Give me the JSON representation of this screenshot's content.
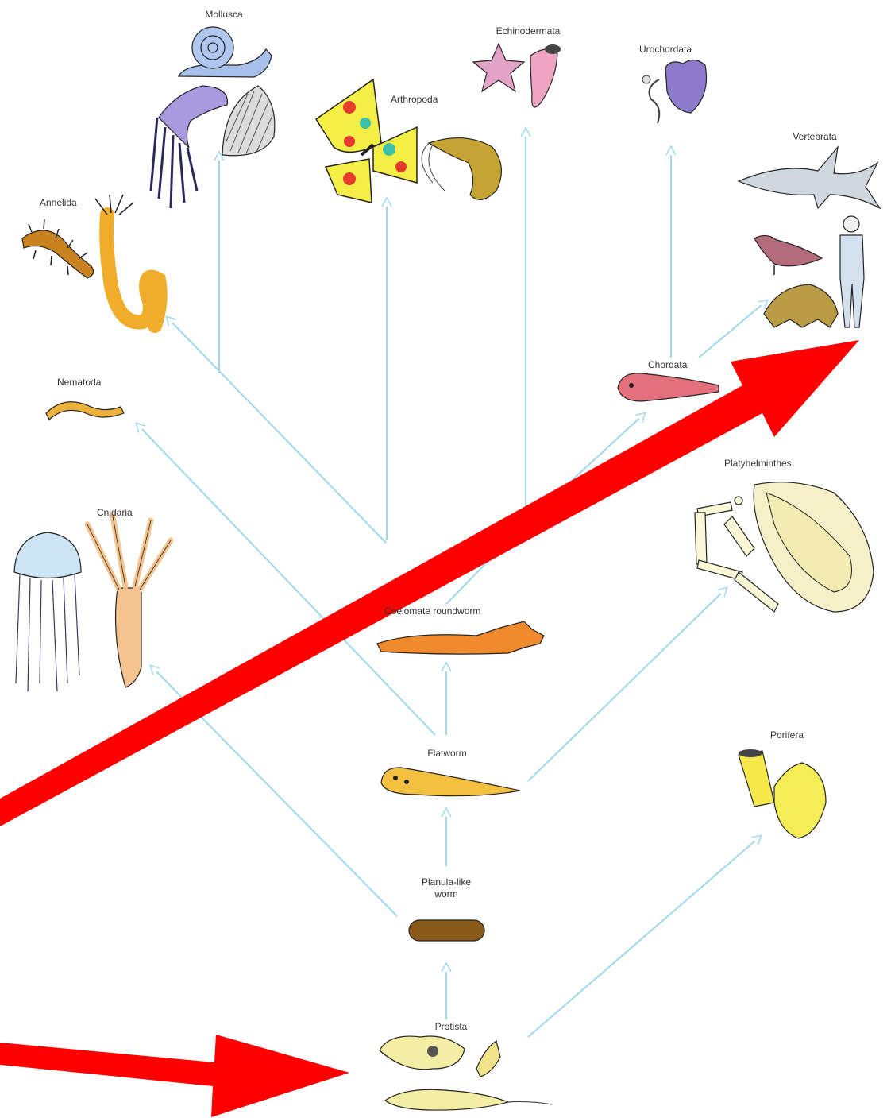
{
  "colors": {
    "branch": "#9fd8ec",
    "highlight_arrow": "#ff0000",
    "label_text": "#333333"
  },
  "taxa": {
    "mollusca": "Mollusca",
    "echinodermata": "Echinodermata",
    "urochordata": "Urochordata",
    "arthropoda": "Arthropoda",
    "vertebrata": "Vertebrata",
    "annelida": "Annelida",
    "nematoda": "Nematoda",
    "chordata": "Chordata",
    "platyhelminthes": "Platyhelminthes",
    "cnidaria": "Cnidaria",
    "coelomate_roundworm": "Coelomate roundworm",
    "flatworm": "Flatworm",
    "porifera": "Porifera",
    "planula_like_worm_line1": "Planula-like",
    "planula_like_worm_line2": "worm",
    "protista": "Protista"
  },
  "highlight_arrows": [
    {
      "from": "protista-left",
      "to": "protista",
      "name": "arrow-to-protista"
    },
    {
      "from": "bottom-left",
      "to": "vertebrata",
      "name": "arrow-to-vertebrata"
    }
  ]
}
